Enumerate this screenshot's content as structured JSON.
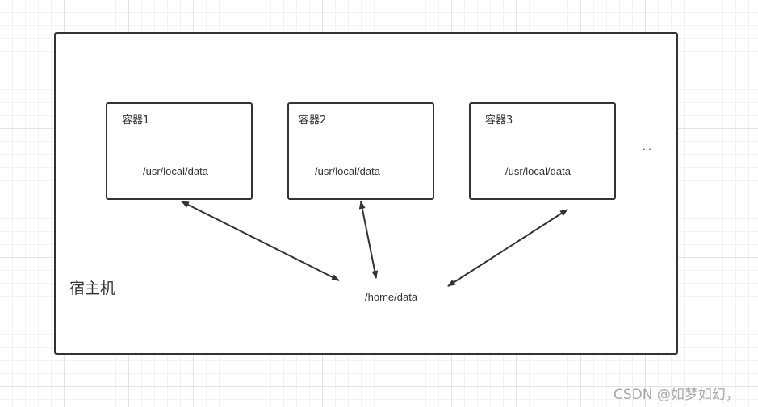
{
  "host": {
    "label": "宿主机",
    "path": "/home/data"
  },
  "containers": [
    {
      "title": "容器1",
      "path": "/usr/local/data"
    },
    {
      "title": "容器2",
      "path": "/usr/local/data"
    },
    {
      "title": "容器3",
      "path": "/usr/local/data"
    }
  ],
  "more": "...",
  "watermark": "CSDN @如梦如幻，"
}
